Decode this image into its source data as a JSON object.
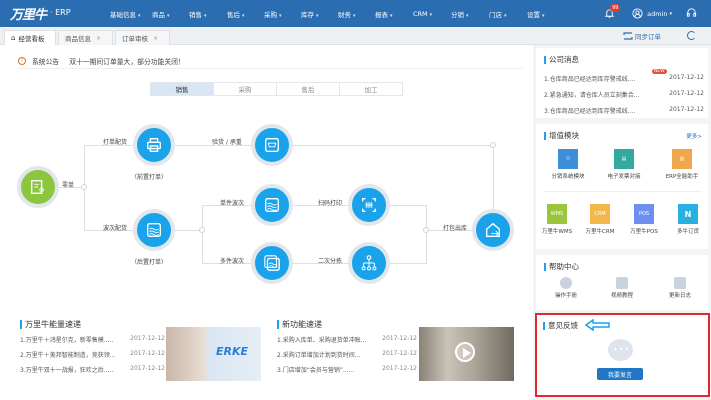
{
  "app": {
    "logo": "万里牛",
    "suffix": "· ERP"
  },
  "nav": [
    "基础信息",
    "商品",
    "销售",
    "售后",
    "采购",
    "库存",
    "财务",
    "报表",
    "CRM",
    "分销",
    "门店",
    "设置"
  ],
  "notifications": {
    "count": "99"
  },
  "user": {
    "name": "admin"
  },
  "tabs": [
    {
      "label": "经营看板",
      "active": true
    },
    {
      "label": "商品信息",
      "closable": true
    },
    {
      "label": "订单审核",
      "closable": true
    }
  ],
  "toolbar": {
    "sync_label": "同步订单"
  },
  "notice": {
    "label": "系统公告",
    "text": "双十一期间订单量大，部分功能关闭！"
  },
  "flow_tabs": [
    "销售",
    "采购",
    "售后",
    "加工"
  ],
  "flow": {
    "start": "零单",
    "print_ship": "打单配货",
    "pre_print": "（前置打单）",
    "inspect": "验货 / 承重",
    "batch_ship": "波次配货",
    "post_print": "（后置打单）",
    "single_batch": "单件波次",
    "multi_batch": "多件波次",
    "barcode_print": "扫码打印",
    "secondary_sort": "二次分拣",
    "pack_out": "打包出库"
  },
  "news_energy": {
    "title": "万里牛能量速递",
    "items": [
      {
        "text": "1.万里牛＋鸿星尔克，新零售模.....",
        "date": "2017-12-12"
      },
      {
        "text": "2.万里牛＋美邦智能制造，竞获领...",
        "date": "2017-12-12"
      },
      {
        "text": "3.万里牛双十一战报，狂欢之后.....",
        "date": "2017-12-12"
      }
    ]
  },
  "news_features": {
    "title": "新功能速递",
    "items": [
      {
        "text": "1.采购入库单、采购退货单冲账...",
        "date": "2017-12-12"
      },
      {
        "text": "2.采购订单增加计划到货时间...",
        "date": "2017-12-12"
      },
      {
        "text": "3.门店增加“会员与营销”......",
        "date": "2017-12-12"
      }
    ]
  },
  "company_news": {
    "title": "公司消息",
    "new_tag": "NEW",
    "items": [
      {
        "text": "1.仓库商品已经达到库存警戒线....",
        "date": "2017-12-12"
      },
      {
        "text": "2.紧急通知，请仓库人员立刻集合...",
        "date": "2017-12-12"
      },
      {
        "text": "3.仓库商品已经达到库存警戒线....",
        "date": "2017-12-12"
      }
    ]
  },
  "value_modules": {
    "title": "增值模块",
    "more": "更多>",
    "row1": [
      {
        "label": "分销系统模块",
        "color": "#3d8fd9"
      },
      {
        "label": "电子发票对接",
        "color": "#35a8a0"
      },
      {
        "label": "ERP全能助手",
        "color": "#f0a64a"
      }
    ],
    "row2": [
      {
        "label": "万里牛WMS",
        "tag": "WMS",
        "color": "#9bc53d"
      },
      {
        "label": "万里牛CRM",
        "tag": "CRM",
        "color": "#f2b84b"
      },
      {
        "label": "万里牛POS",
        "tag": "POS",
        "color": "#6f8ff0"
      },
      {
        "label": "多牛订货",
        "tag": "N",
        "color": "#2ab0e0"
      }
    ]
  },
  "help": {
    "title": "帮助中心",
    "items": [
      "操作手册",
      "视频教程",
      "更新日志"
    ]
  },
  "feedback": {
    "title": "意见反馈",
    "button": "我要发言"
  }
}
